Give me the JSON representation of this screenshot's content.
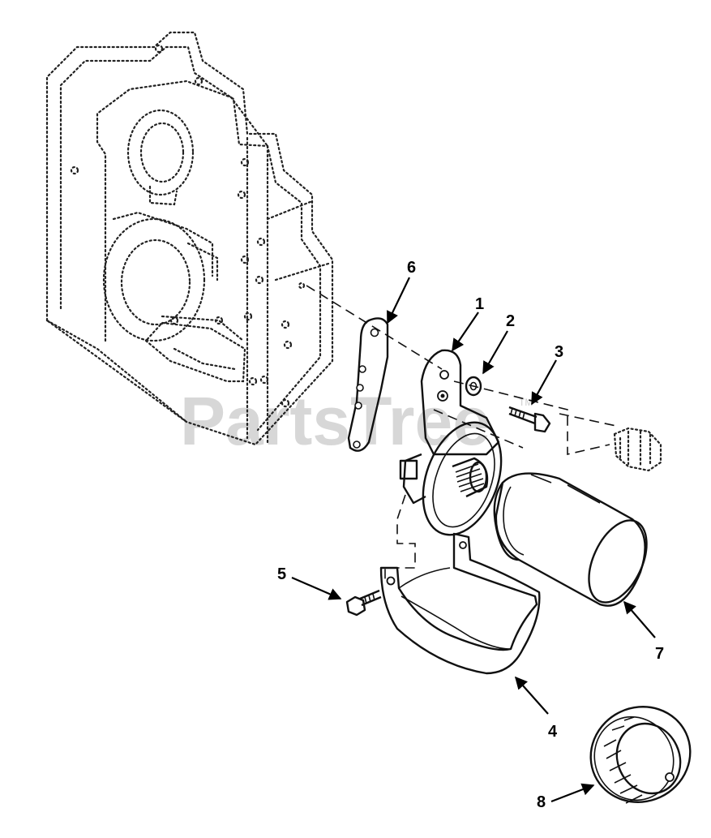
{
  "watermark": {
    "text": "PartsTree",
    "tm": "TM"
  },
  "callouts": {
    "c1": "1",
    "c2": "2",
    "c3": "3",
    "c4": "4",
    "c5": "5",
    "c6": "6",
    "c7": "7",
    "c8": "8"
  }
}
